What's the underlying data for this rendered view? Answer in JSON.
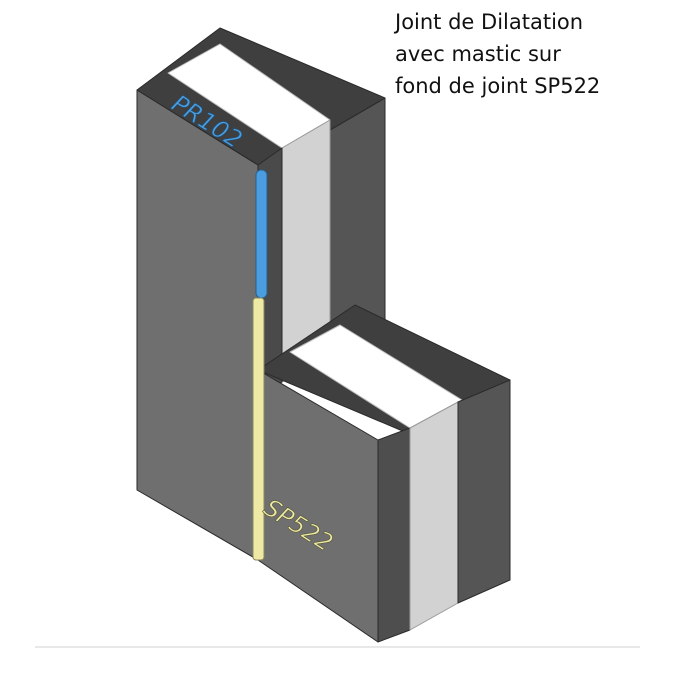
{
  "caption": {
    "line1": "Joint de Dilatation",
    "line2": "avec mastic sur",
    "line3": "fond de joint SP522"
  },
  "labels": {
    "top_product": "PR102",
    "bottom_product": "SP522"
  },
  "colors": {
    "block_top": "#3f3f3f",
    "block_front": "#6e6e6e",
    "block_side": "#555555",
    "joint_white": "#ffffff",
    "joint_light_gray": "#d0d0d0",
    "pr102_blue": "#4a9ee0",
    "sp522_yellow": "#eeeaa6"
  }
}
